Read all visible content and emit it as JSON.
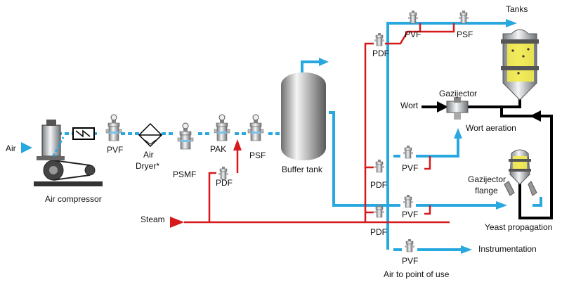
{
  "labels": {
    "air": "Air",
    "air_compressor": "Air compressor",
    "pvf": "PVF",
    "air_dryer_1": "Air",
    "air_dryer_2": "Dryer*",
    "psmf": "PSMF",
    "pak": "PAK",
    "pdf": "PDF",
    "psf": "PSF",
    "buffer_tank": "Buffer tank",
    "steam": "Steam",
    "tanks": "Tanks",
    "gazijector": "Gazijector",
    "wort": "Wort",
    "wort_aeration": "Wort aeration",
    "gazijector_flange_1": "Gazijector",
    "gazijector_flange_2": "flange",
    "yeast_propagation": "Yeast propagation",
    "instrumentation": "Instrumentation",
    "air_to_point_of_use": "Air to point of use"
  },
  "colors": {
    "air_line": "#29a8e0",
    "steam_line": "#d7191c",
    "wort_line": "#000000",
    "filter_body": "#c8ced3",
    "tank_yellow": "#f2ea4a"
  }
}
